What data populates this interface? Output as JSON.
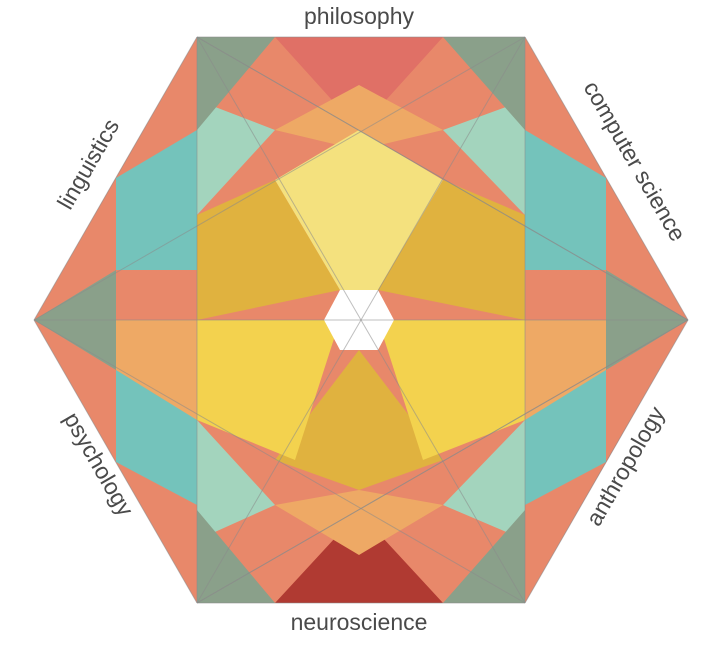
{
  "disciplines": {
    "top": "philosophy",
    "top_right": "computer science",
    "bottom_right": "anthropology",
    "bottom": "neuroscience",
    "bottom_left": "psychology",
    "top_left": "linguistics"
  },
  "colors": {
    "outer_red": "#e07066",
    "outer_orange_red": "#d9694a",
    "outer_dark_red": "#b03a32",
    "coral": "#e8886a",
    "teal": "#74c3bb",
    "mint": "#a3d4bd",
    "orange": "#eea965",
    "gold": "#e0b23f",
    "yellow": "#f3d24e",
    "pale_yellow": "#f4e17e",
    "olive_green": "#8aa08a",
    "center": "#ffffff",
    "edge": "#8a8a8a"
  }
}
